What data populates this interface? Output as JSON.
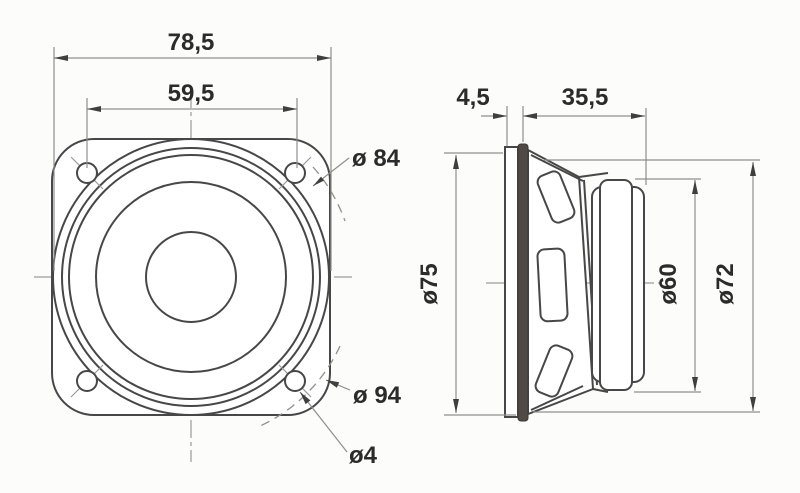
{
  "drawing": {
    "front_view": {
      "dim_overall_width": "78,5",
      "dim_hole_spacing": "59,5",
      "dim_bolt_circle": "ø 84",
      "dim_corner_circle": "ø 94",
      "dim_hole_diameter": "ø4"
    },
    "side_view": {
      "dim_flange_thickness": "4,5",
      "dim_mounting_depth": "35,5",
      "dim_flange_diameter": "ø75",
      "dim_magnet_diameter": "ø60",
      "dim_rear_diameter": "ø72"
    },
    "colors": {
      "line": "#474747",
      "dimension_line": "#8e8e8e",
      "text": "#2b2b2b",
      "background": "#fcfcfa"
    }
  }
}
